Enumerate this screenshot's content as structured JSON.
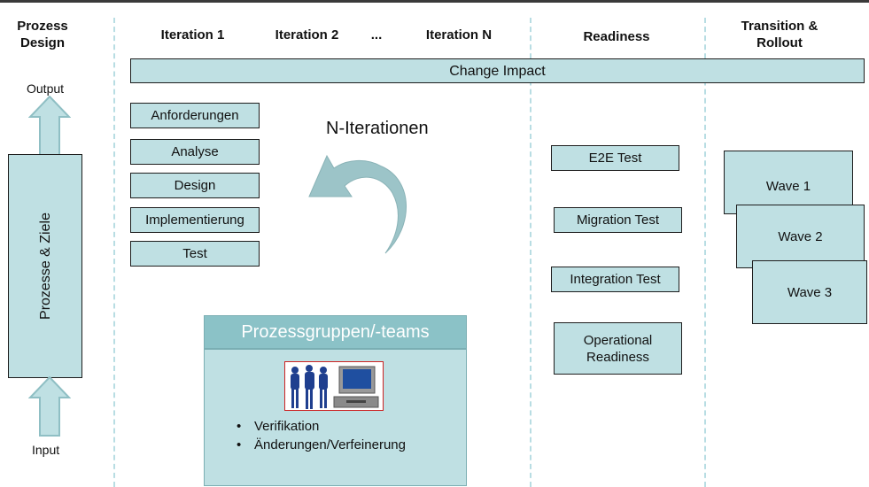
{
  "headers": {
    "prozess_design": "Prozess\nDesign",
    "iteration_1": "Iteration 1",
    "iteration_2": "Iteration 2",
    "ellipsis": "...",
    "iteration_n": "Iteration N",
    "readiness": "Readiness",
    "transition": "Transition &\nRollout"
  },
  "change_impact": "Change Impact",
  "left_column": {
    "output": "Output",
    "input": "Input",
    "vertical_box": "Prozesse & Ziele"
  },
  "iteration_steps": [
    "Anforderungen",
    "Analyse",
    "Design",
    "Implementierung",
    "Test"
  ],
  "cycle_label": "N-Iterationen",
  "process_groups": {
    "title": "Prozessgruppen/-teams",
    "bullets": [
      "Verifikation",
      "Änderungen/Verfeinerung"
    ]
  },
  "readiness_items": [
    "E2E Test",
    "Migration Test",
    "Integration Test",
    "Operational\nReadiness"
  ],
  "waves": [
    "Wave 1",
    "Wave 2",
    "Wave 3"
  ],
  "colors": {
    "box_fill": "#bfe0e3",
    "title_bar": "#8bc2c7",
    "arrow_fill": "#9cc4c8",
    "divider": "#b8dde3"
  }
}
